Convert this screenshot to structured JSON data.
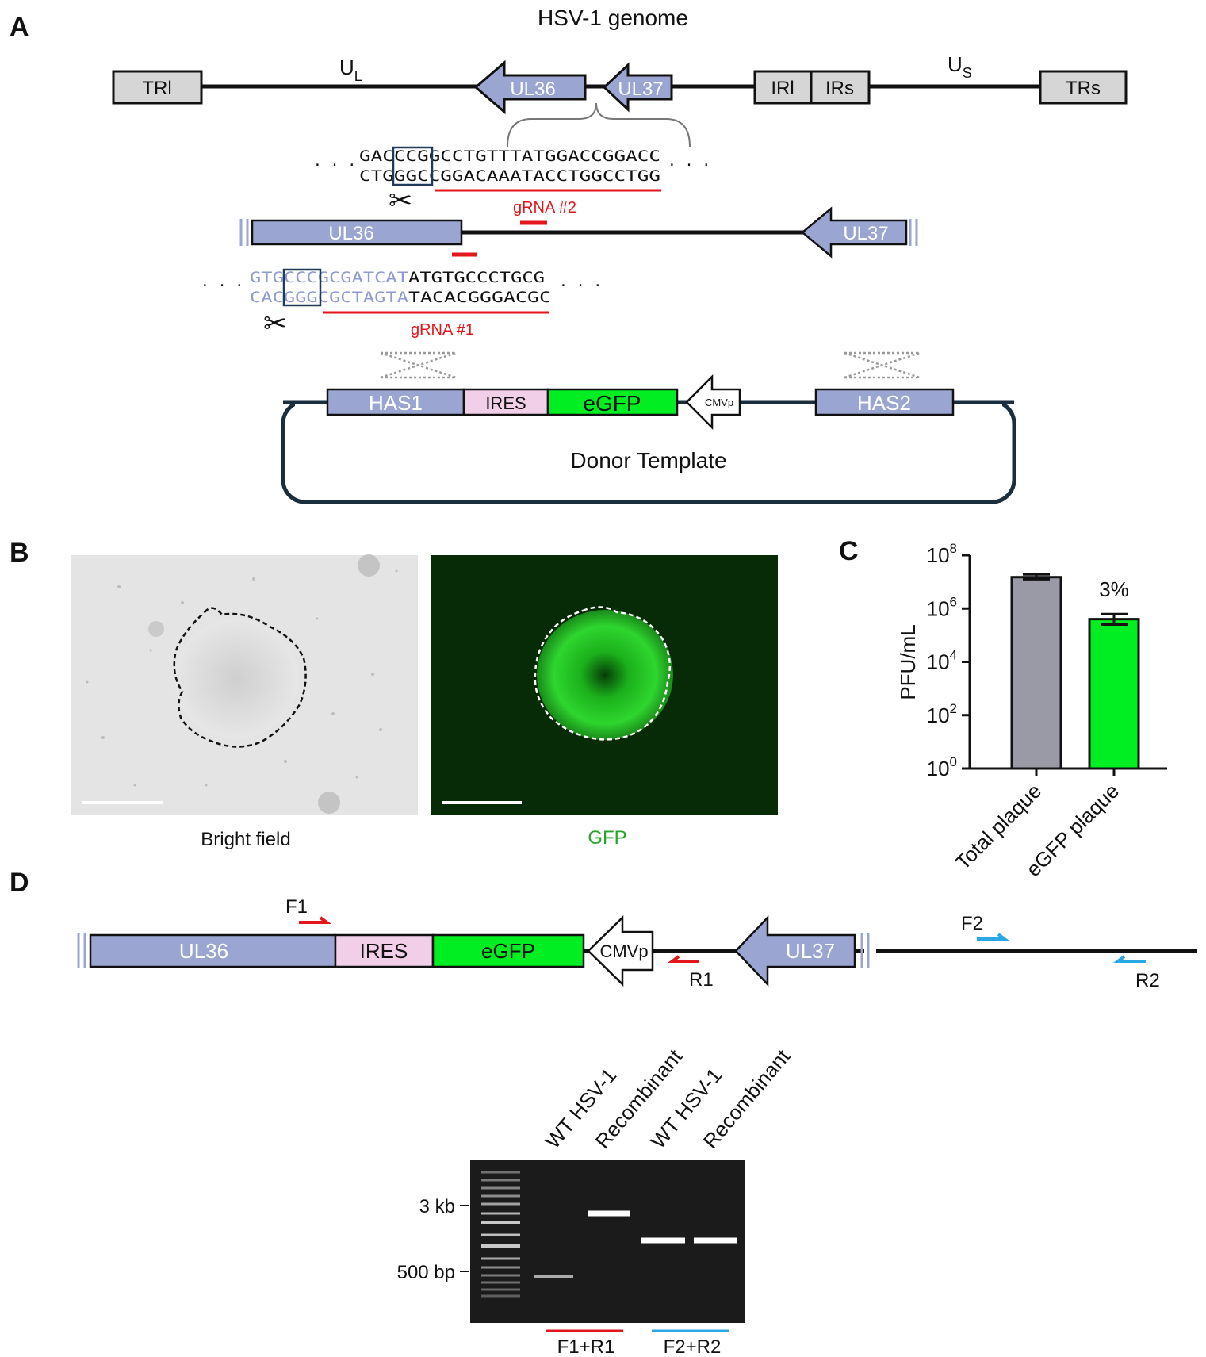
{
  "panels": {
    "A": "A",
    "B": "B",
    "C": "C",
    "D": "D"
  },
  "colors": {
    "gene": "#9ba5d2",
    "gene_dark": "#3a3a5a",
    "ires": "#f2cfe8",
    "egfp": "#00ee22",
    "red": "#e3161b",
    "blue": "#2aa8e6",
    "box_gray": "#d6d6d6",
    "seq_blue": "#8f9ad0",
    "gfp_text": "#2aa52a",
    "bar_gray": "#9a9aa6"
  },
  "A": {
    "title": "HSV-1 genome",
    "ul": "U",
    "ul_sub": "L",
    "us": "U",
    "us_sub": "S",
    "boxes": [
      "TRl",
      "IRl",
      "IRs",
      "TRs"
    ],
    "genes": [
      "UL36",
      "UL37"
    ],
    "seq2_top": "GACCCGGCCTGTTTATGGACCGGACC",
    "seq2_bot": "CTGGGCCGGACAAATACCTGGCCTGG",
    "grna2": "gRNA #2",
    "zoom_genes": [
      "UL36",
      "UL37"
    ],
    "seq1_top_blue": "GTGCCCGCGATCAT",
    "seq1_top_black": "ATGTGCCCTGCG",
    "seq1_bot_blue": "CACGGGCGCTAGTA",
    "seq1_bot_black": "TACACGGGACGC",
    "grna1": "gRNA #1",
    "ellipsis": "· · ·",
    "donor": {
      "has1": "HAS1",
      "ires": "IRES",
      "egfp": "eGFP",
      "cmvp": "CMVp",
      "has2": "HAS2",
      "label": "Donor Template"
    }
  },
  "B": {
    "bright_label": "Bright field",
    "gfp_label": "GFP"
  },
  "C": {
    "ylabel": "PFU/mL",
    "annotation": "3%"
  },
  "chart_data": {
    "type": "bar",
    "categories": [
      "Total plaque",
      "eGFP plaque"
    ],
    "values": [
      15000000,
      400000
    ],
    "error_high": [
      19000000,
      620000
    ],
    "error_low": [
      12500000,
      250000
    ],
    "yscale": "log",
    "ylim": [
      1,
      100000000
    ],
    "yticks": [
      {
        "base": "10",
        "exp": "0",
        "value": 1
      },
      {
        "base": "10",
        "exp": "2",
        "value": 100
      },
      {
        "base": "10",
        "exp": "4",
        "value": 10000
      },
      {
        "base": "10",
        "exp": "6",
        "value": 1000000
      },
      {
        "base": "10",
        "exp": "8",
        "value": 100000000
      }
    ],
    "ylabel": "PFU/mL",
    "annotation": "3%"
  },
  "D": {
    "ul36": "UL36",
    "ires": "IRES",
    "egfp": "eGFP",
    "cmvp": "CMVp",
    "ul37": "UL37",
    "f1": "F1",
    "r1": "R1",
    "f2": "F2",
    "r2": "R2",
    "lanes": [
      "WT HSV-1",
      "Recombinant",
      "WT HSV-1",
      "Recombinant"
    ],
    "marker_3kb": "3 kb",
    "marker_500bp": "500 bp",
    "pair1": "F1+R1",
    "pair2": "F2+R2"
  }
}
